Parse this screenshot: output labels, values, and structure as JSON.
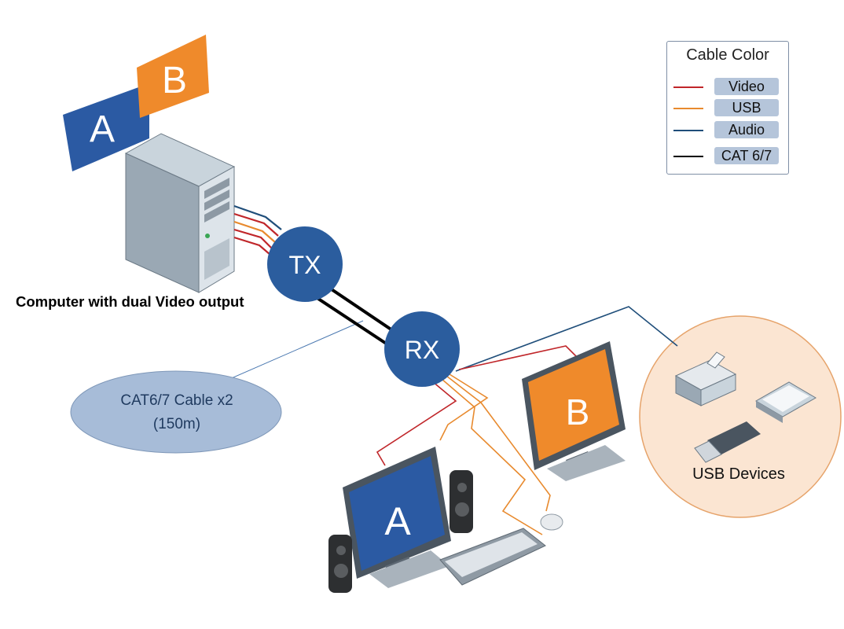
{
  "legend": {
    "title": "Cable Color",
    "items": [
      {
        "label": "Video",
        "color": "#c0262a"
      },
      {
        "label": "USB",
        "color": "#e88a2e"
      },
      {
        "label": "Audio",
        "color": "#1f4e7a"
      },
      {
        "label": "CAT 6/7",
        "color": "#000000"
      }
    ]
  },
  "nodes": {
    "tx": "TX",
    "rx": "RX",
    "color": "#2b5d9e"
  },
  "captions": {
    "computer": "Computer with dual Video output",
    "cable_line1": "CAT6/7 Cable x2",
    "cable_line2": "(150m)",
    "usb_devices": "USB Devices"
  },
  "screens": {
    "a": "A",
    "b": "B",
    "a_color": "#2b5aa3",
    "b_color": "#ef8a2b"
  }
}
